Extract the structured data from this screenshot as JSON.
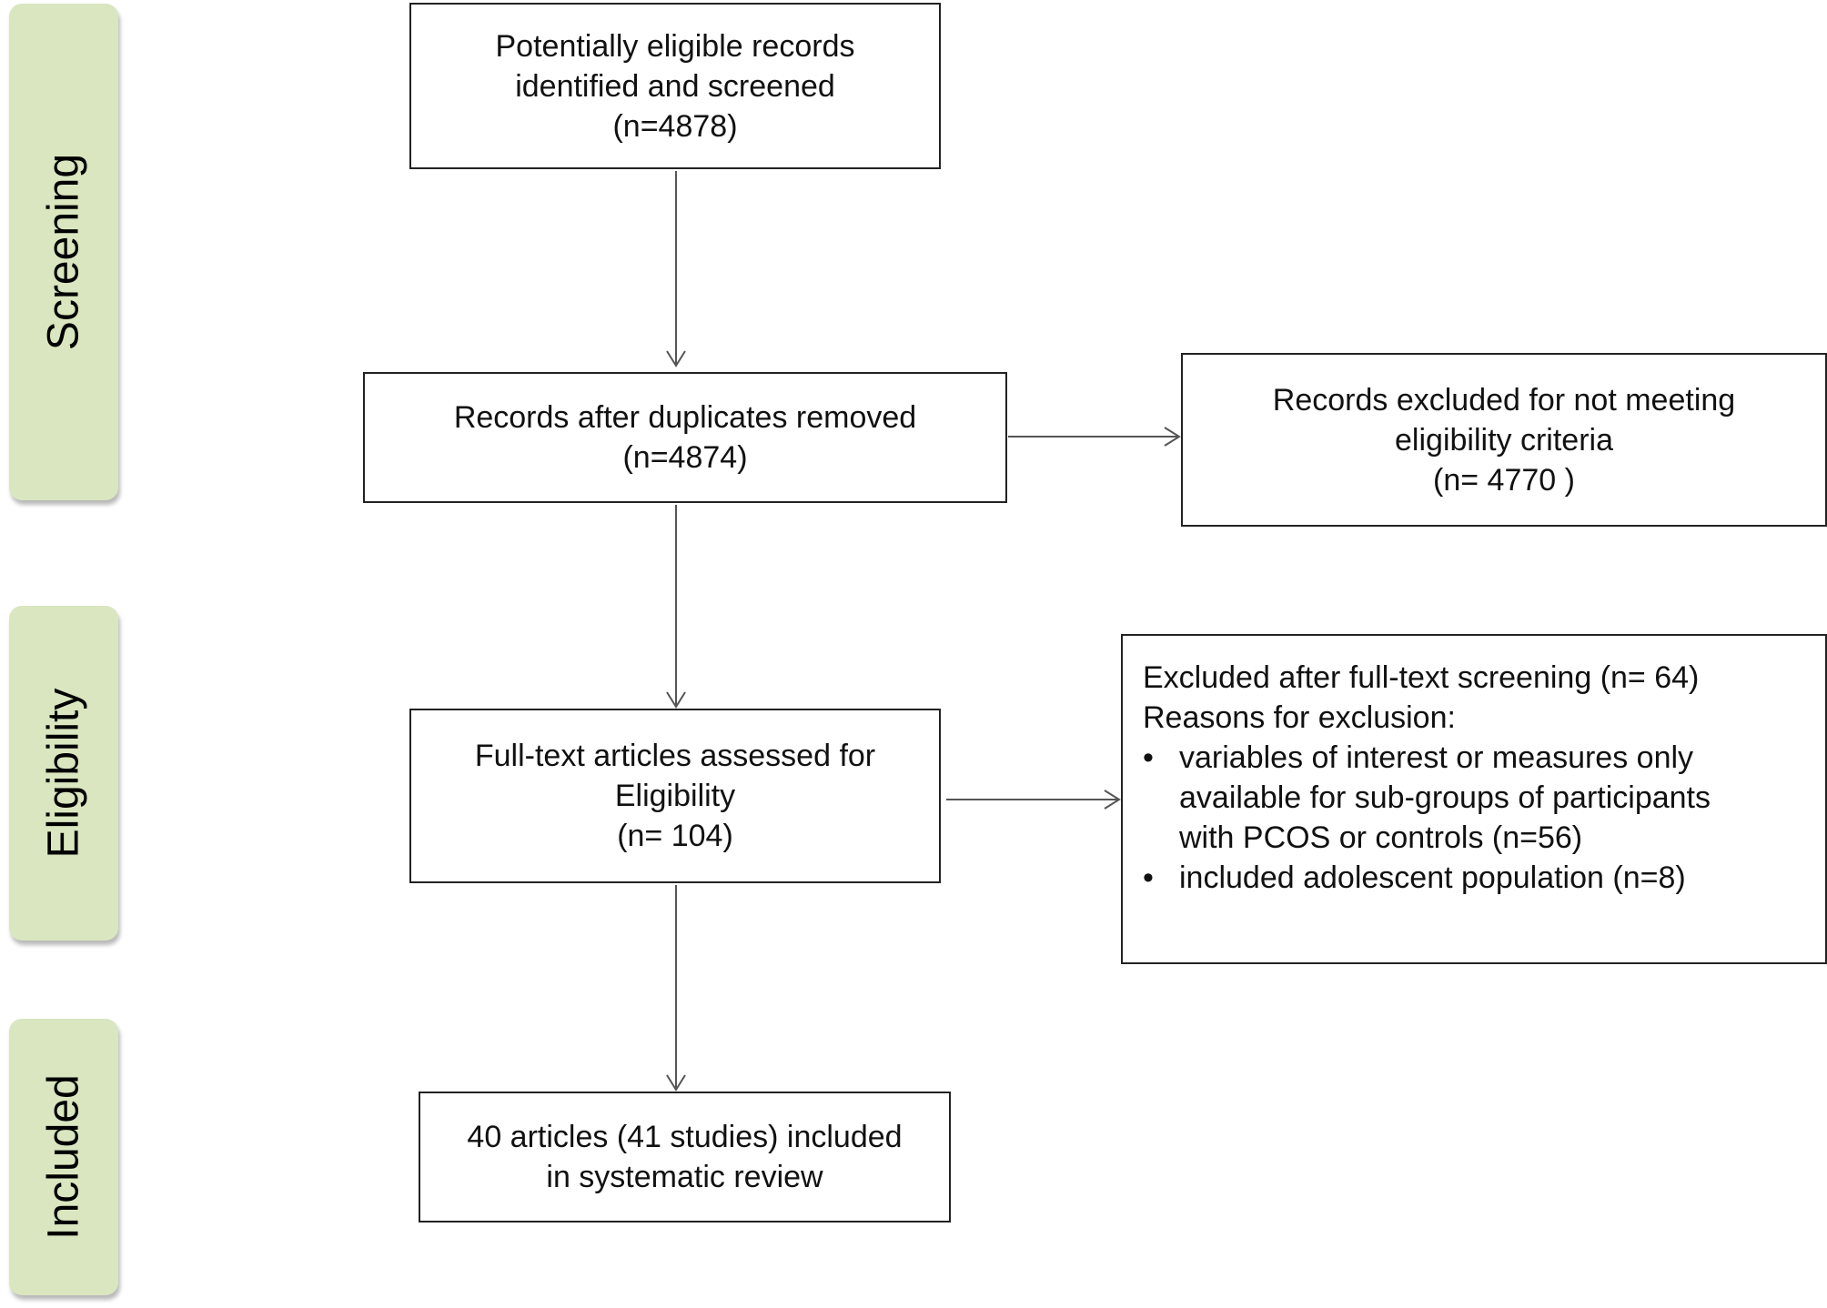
{
  "stages": {
    "screening": "Screening",
    "eligibility": "Eligibility",
    "included": "Included"
  },
  "boxes": {
    "identified": {
      "line1": "Potentially eligible records",
      "line2": "identified and screened",
      "line3": "(n=4878)"
    },
    "deduplicated": {
      "line1": "Records after duplicates removed",
      "line2": "(n=4874)"
    },
    "excluded_criteria": {
      "line1": "Records excluded for not meeting",
      "line2": "eligibility criteria",
      "line3": "(n= 4770 )"
    },
    "fulltext": {
      "line1": "Full-text articles assessed for",
      "line2": "Eligibility",
      "line3": "(n= 104)"
    },
    "excluded_fulltext": {
      "line1": "Excluded after full-text screening (n= 64)",
      "line2": "Reasons for exclusion:",
      "bullet_symbol": "•",
      "reasons": [
        "variables of interest or measures only available for sub-groups of participants with PCOS or controls (n=56)",
        "included adolescent population (n=8)"
      ]
    },
    "included": {
      "line1": "40 articles (41 studies) included",
      "line2": "in systematic review"
    }
  },
  "colors": {
    "stage_fill": "#d9e6bf",
    "box_border": "#222222",
    "arrow": "#555555"
  }
}
